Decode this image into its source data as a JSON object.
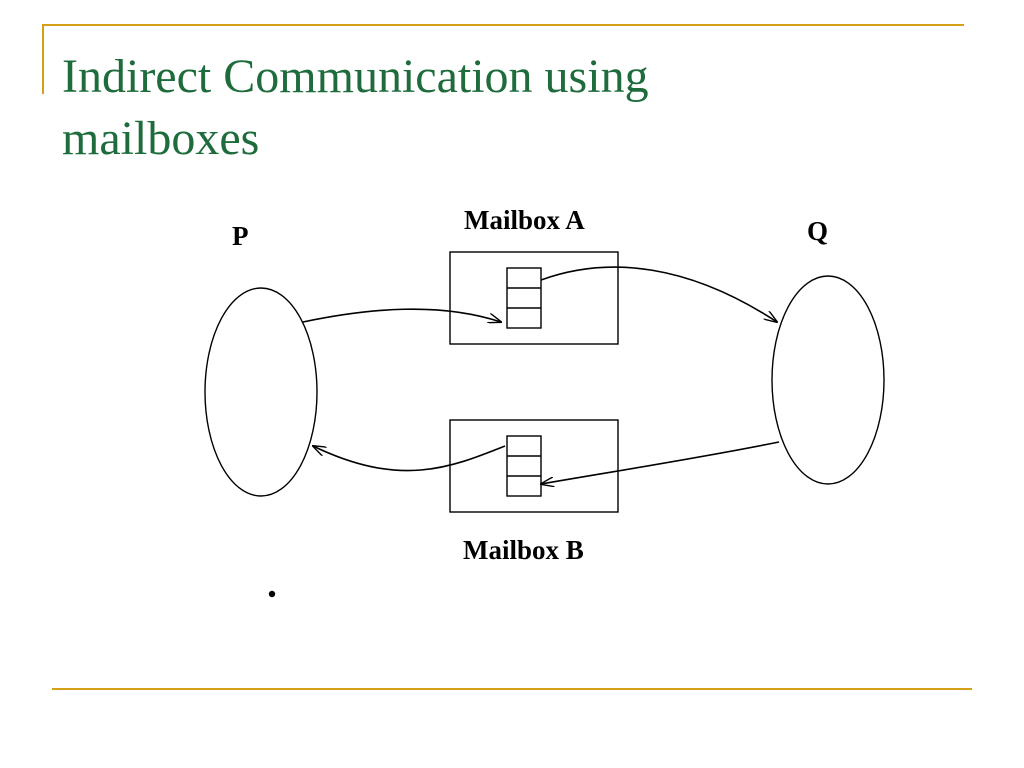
{
  "title": {
    "line1": "Indirect Communication using",
    "line2": "mailboxes"
  },
  "diagram": {
    "process_p": "P",
    "process_q": "Q",
    "mailbox_a": "Mailbox A",
    "mailbox_b": "Mailbox B"
  },
  "colors": {
    "title": "#1e6b3c",
    "accent": "#d4a017",
    "diagram_ink": "#000000"
  }
}
